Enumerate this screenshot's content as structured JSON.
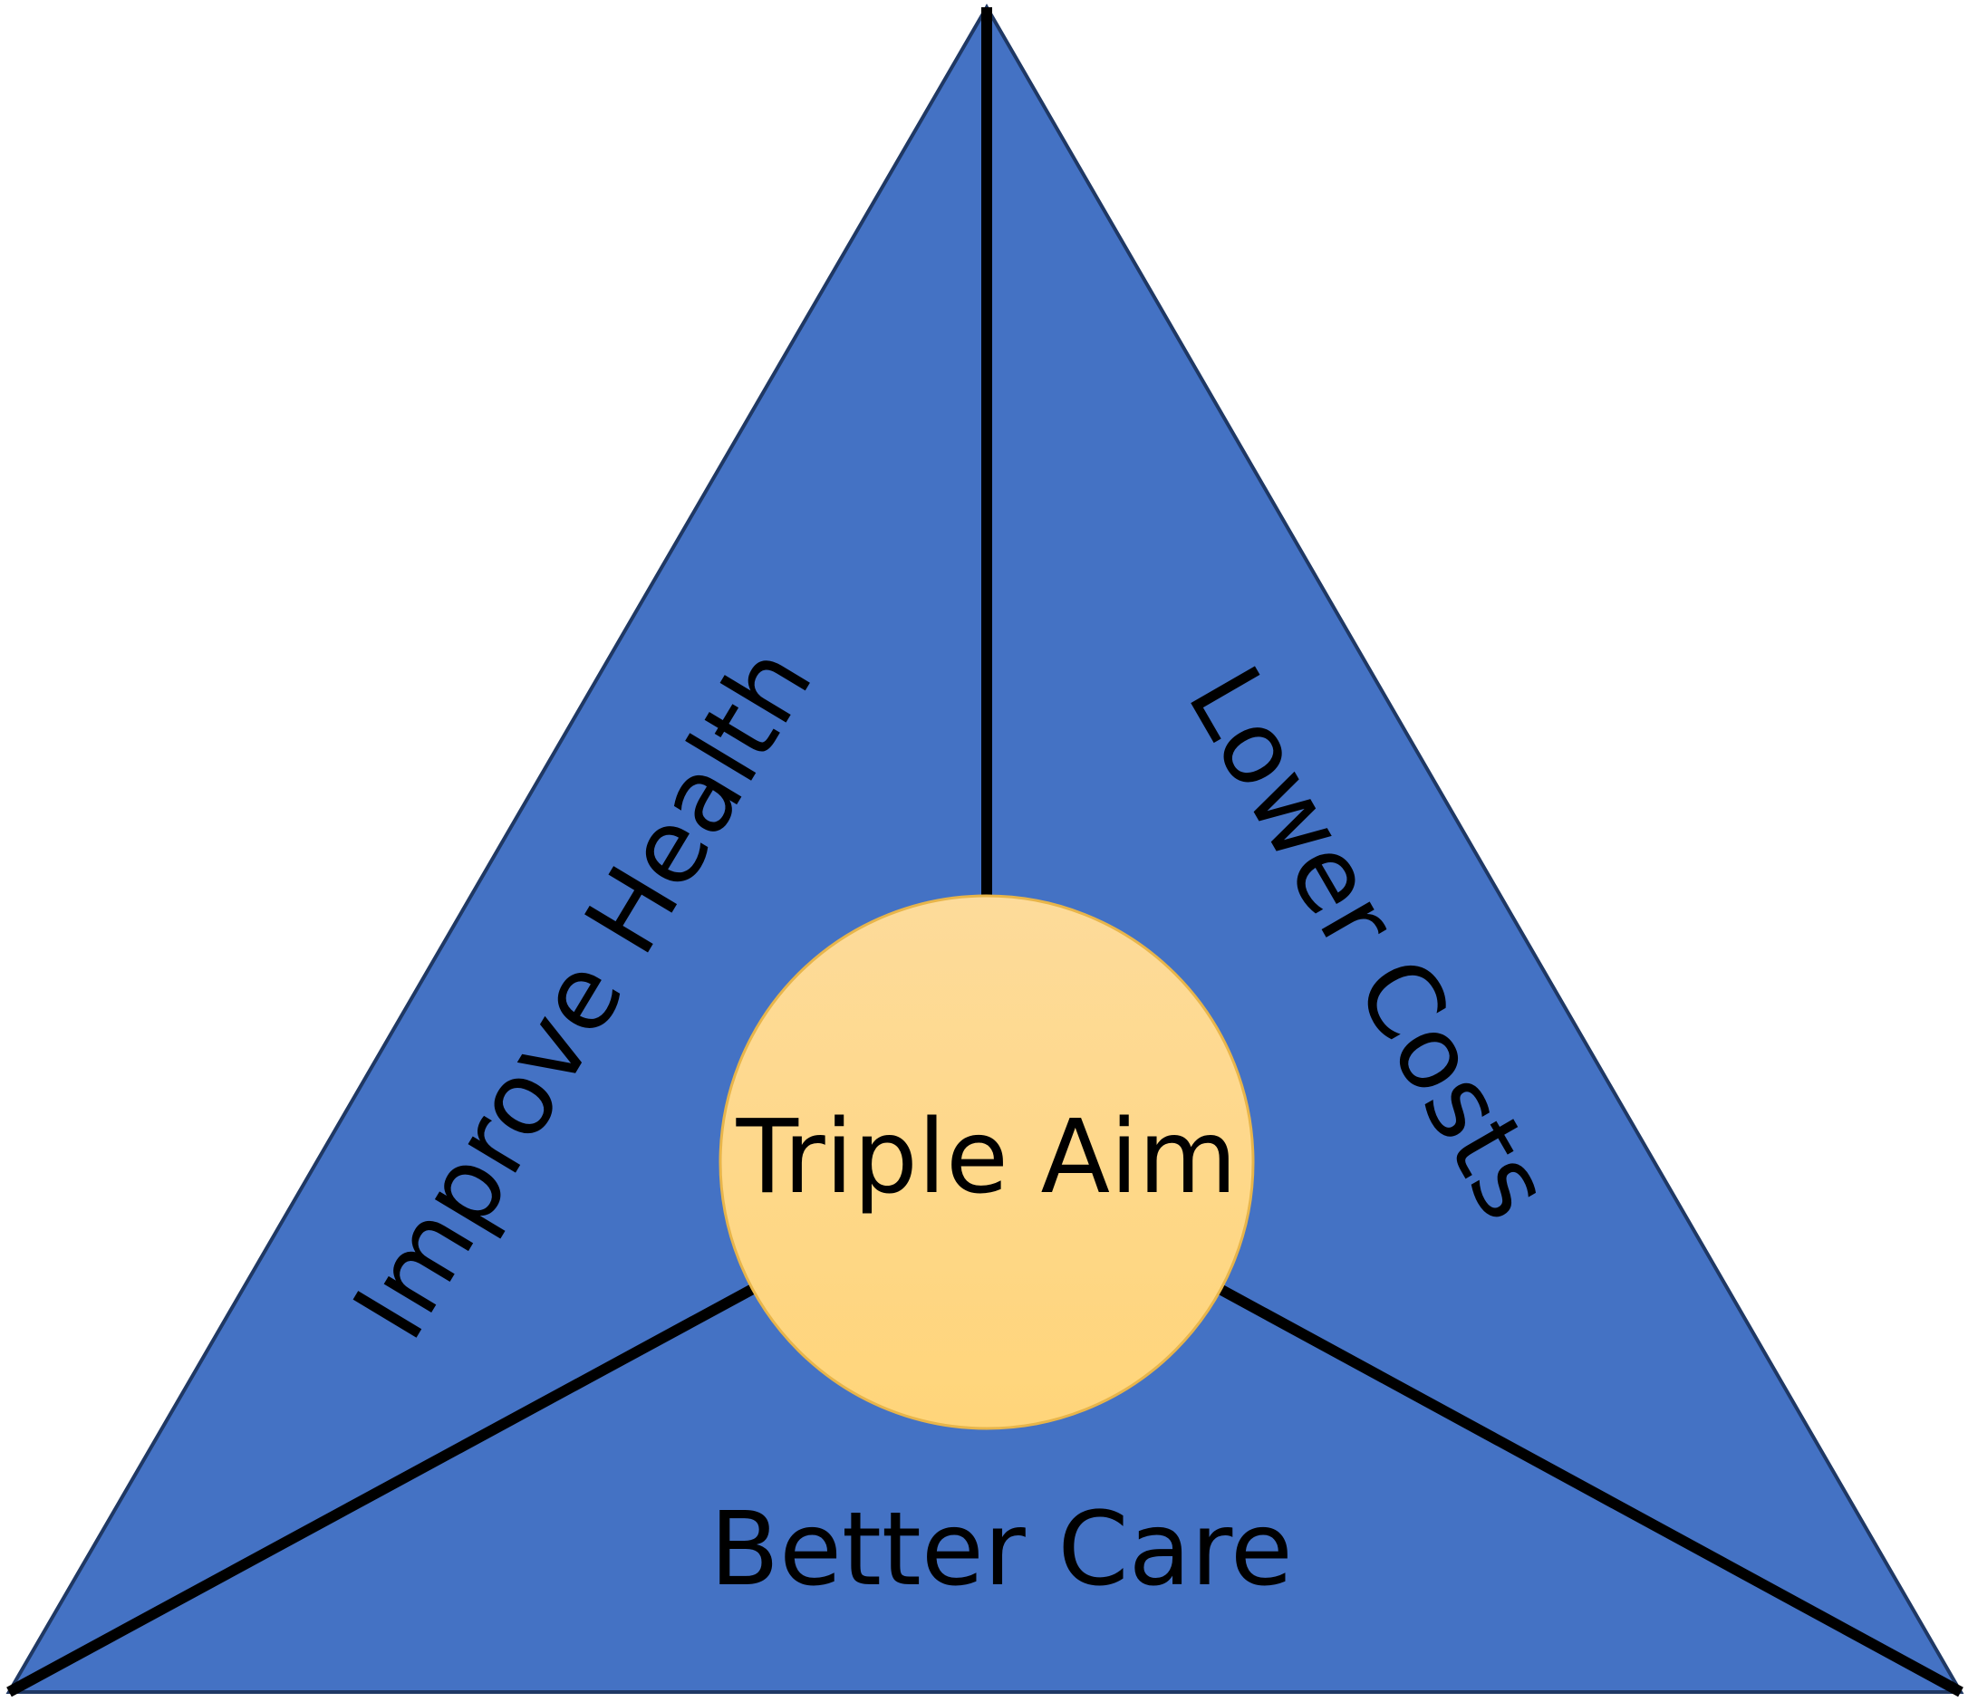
{
  "diagram": {
    "center_label": "Triple Aim",
    "sections": {
      "left": "Improve Health",
      "right": "Lower Costs",
      "bottom": "Better Care"
    },
    "colors": {
      "triangle_fill": "#4472C4",
      "triangle_outline": "#1F3864",
      "divider_lines": "#000000",
      "circle_fill_top": "#FDDB9A",
      "circle_fill_bottom": "#FFD57A",
      "circle_outline": "#E8B54A",
      "text": "#000000"
    }
  }
}
